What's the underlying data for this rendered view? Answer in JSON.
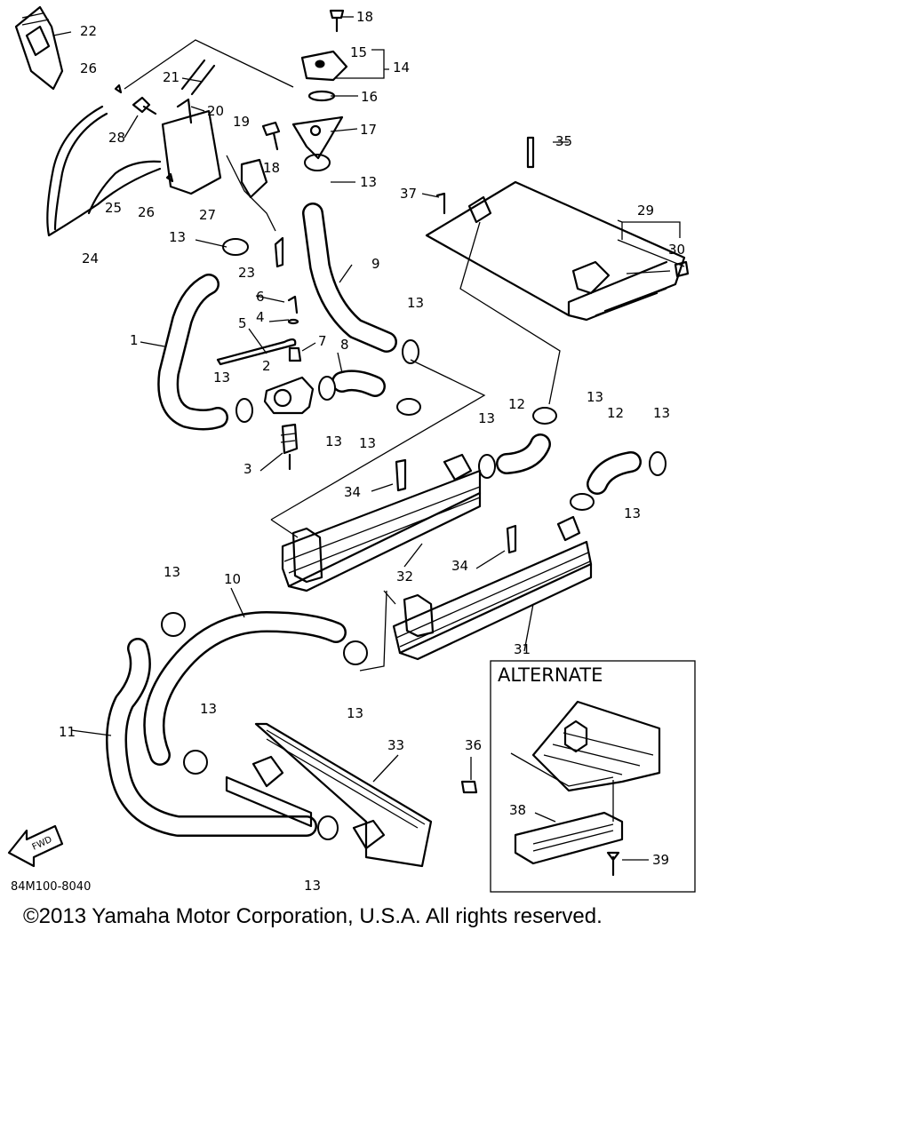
{
  "diagram": {
    "code": "84M100-8040",
    "alternate_title": "ALTERNATE",
    "fwd_label": "FWD"
  },
  "callouts": [
    "1",
    "2",
    "3",
    "4",
    "5",
    "6",
    "7",
    "8",
    "9",
    "10",
    "11",
    "12",
    "12",
    "13",
    "14",
    "15",
    "16",
    "17",
    "18",
    "18",
    "19",
    "20",
    "21",
    "22",
    "23",
    "24",
    "25",
    "26",
    "26",
    "27",
    "28",
    "29",
    "30",
    "31",
    "32",
    "33",
    "34",
    "34",
    "35",
    "36",
    "37",
    "38",
    "39"
  ],
  "copyright": "©2013 Yamaha Motor Corporation, U.S.A. All rights reserved."
}
